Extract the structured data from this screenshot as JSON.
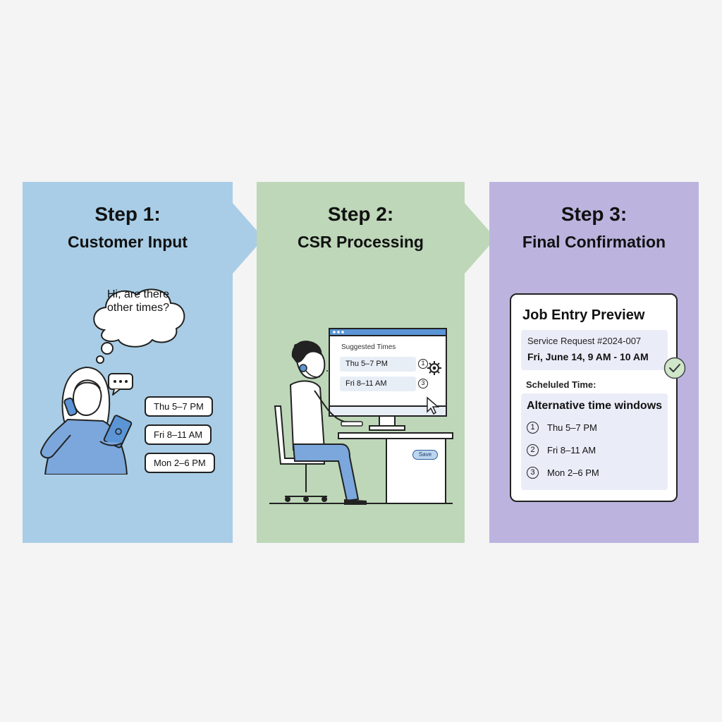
{
  "steps": [
    {
      "number": "Step 1:",
      "title": "Customer Input"
    },
    {
      "number": "Step 2:",
      "title": "CSR Processing"
    },
    {
      "number": "Step 3:",
      "title": "Final Confirmation"
    }
  ],
  "customer": {
    "thought_line1": "Hi, are there",
    "thought_line2": "other times?",
    "options": [
      "Thu 5–7 PM",
      "Fri 8–11 AM",
      "Mon 2–6 PM"
    ]
  },
  "csr": {
    "monitor_title": "Suggested Times",
    "slots": [
      "Thu 5–7 PM",
      "Fri 8–11 AM"
    ],
    "slot_numbers": [
      "1",
      "3"
    ],
    "save_label": "Save"
  },
  "confirmation": {
    "card_title": "Job Entry Preview",
    "service_request": "Service Request #2024-007",
    "service_time": "Fri, June 14, 9 AM - 10 AM",
    "scheduled_label": "Scheluled Time:",
    "alt_title": "Alternative time windows",
    "alternatives": [
      {
        "num": "1",
        "label": "Thu 5–7 PM"
      },
      {
        "num": "2",
        "label": "Fri 8–11 AM"
      },
      {
        "num": "3",
        "label": "Mon 2–6 PM"
      }
    ]
  },
  "colors": {
    "step1_bg": "#a9cde6",
    "step2_bg": "#bdd7b8",
    "step3_bg": "#bcb4df",
    "accent_blue": "#5b95d6",
    "check_green": "#cfe6c9"
  }
}
